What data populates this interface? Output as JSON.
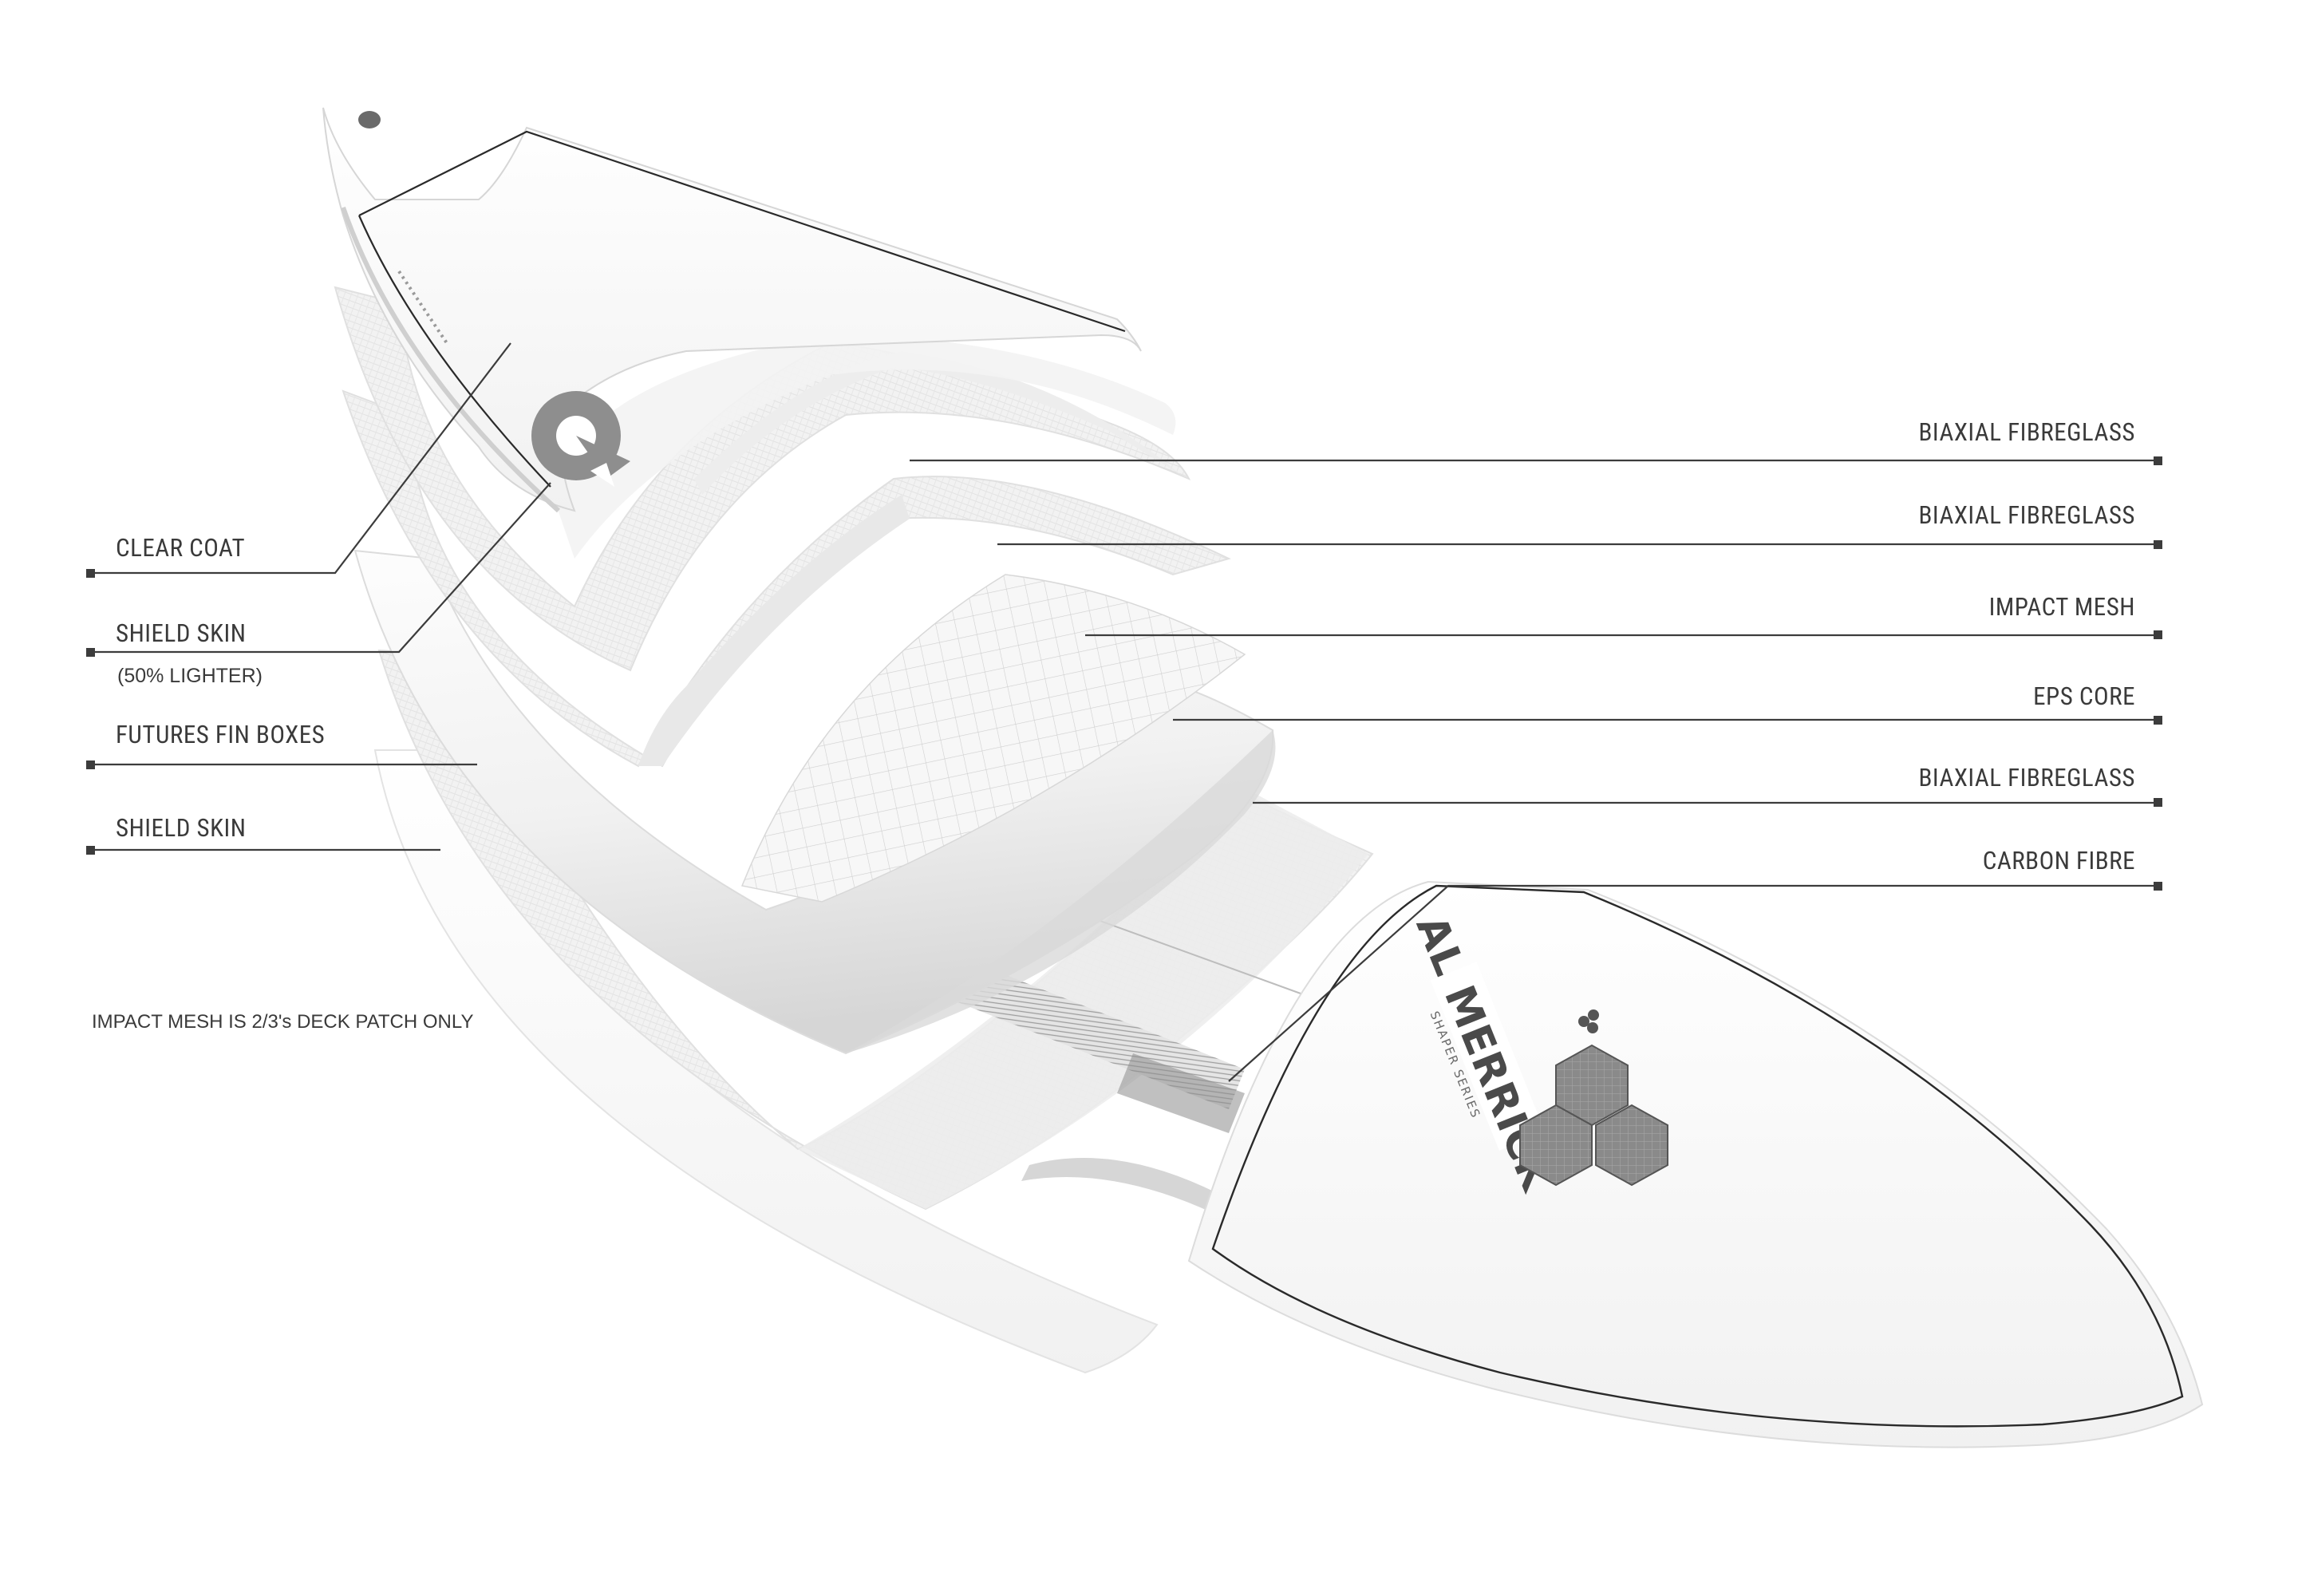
{
  "left_labels": [
    {
      "id": "clear-coat",
      "text": "CLEAR COAT"
    },
    {
      "id": "shield-skin-top",
      "text": "SHIELD SKIN",
      "subtext": "(50% LIGHTER)"
    },
    {
      "id": "futures-fin-boxes",
      "text": "FUTURES FIN BOXES"
    },
    {
      "id": "shield-skin-bottom",
      "text": "SHIELD SKIN"
    }
  ],
  "right_labels": [
    {
      "id": "biaxial-fibreglass-1",
      "text": "BIAXIAL FIBREGLASS"
    },
    {
      "id": "biaxial-fibreglass-2",
      "text": "BIAXIAL FIBREGLASS"
    },
    {
      "id": "impact-mesh",
      "text": "IMPACT MESH"
    },
    {
      "id": "eps-core",
      "text": "EPS CORE"
    },
    {
      "id": "biaxial-fibreglass-3",
      "text": "BIAXIAL FIBREGLASS"
    },
    {
      "id": "carbon-fibre",
      "text": "CARBON FIBRE"
    }
  ],
  "note": "IMPACT MESH IS 2/3's DECK PATCH ONLY",
  "brand": {
    "wordmark": "AL MERRICK",
    "submark": "SHAPER SERIES"
  },
  "colors": {
    "leader": "#3c3c3c",
    "label": "#3a3a3a",
    "layer_fill": "#f4f4f4",
    "layer_shadow": "#d8d8d8",
    "logo": "#5a5a5a"
  }
}
